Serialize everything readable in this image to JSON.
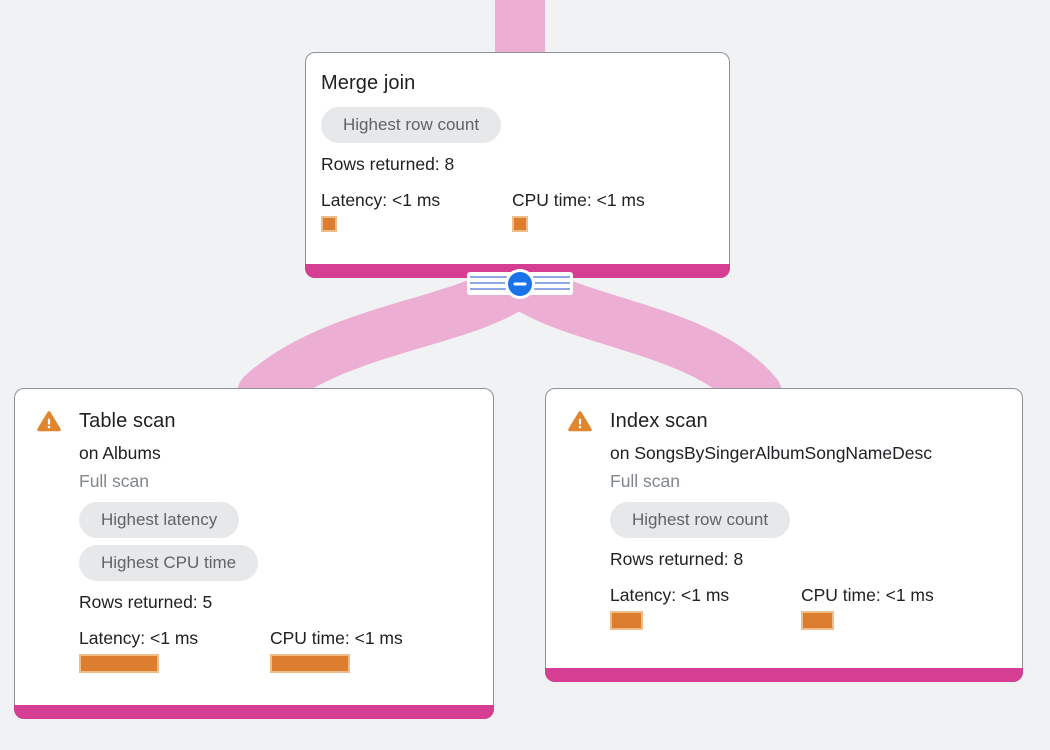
{
  "app": {
    "view": "query-execution-plan"
  },
  "colors": {
    "background": "#f0f2f4",
    "edge_pink": "#ecaed3",
    "node_accent_magenta": "#d53e92",
    "metric_orange": "#dc7e2d",
    "warning_orange": "#e0862e",
    "collapse_blue": "#1a73e8",
    "badge_background": "#e7e8ea",
    "badge_text": "#5f6368"
  },
  "icons": {
    "warning": "warning-triangle-icon",
    "collapse": "minus-icon"
  },
  "collapse_control": {
    "state": "expanded",
    "action": "collapse-children"
  },
  "nodes": [
    {
      "id": "merge-join",
      "title": "Merge join",
      "has_warning": false,
      "badges": [
        "Highest row count"
      ],
      "rows_returned": "Rows returned: 8",
      "latency": "Latency: <1 ms",
      "cpu_time": "CPU time: <1 ms"
    },
    {
      "id": "table-scan",
      "title": "Table scan",
      "has_warning": true,
      "subtitle": "on Albums",
      "scan_type": "Full scan",
      "badges": [
        "Highest latency",
        "Highest CPU time"
      ],
      "rows_returned": "Rows returned: 5",
      "latency": "Latency: <1 ms",
      "cpu_time": "CPU time: <1 ms"
    },
    {
      "id": "index-scan",
      "title": "Index scan",
      "has_warning": true,
      "subtitle": "on SongsBySingerAlbumSongNameDesc",
      "scan_type": "Full scan",
      "badges": [
        "Highest row count"
      ],
      "rows_returned": "Rows returned: 8",
      "latency": "Latency: <1 ms",
      "cpu_time": "CPU time: <1 ms"
    }
  ]
}
